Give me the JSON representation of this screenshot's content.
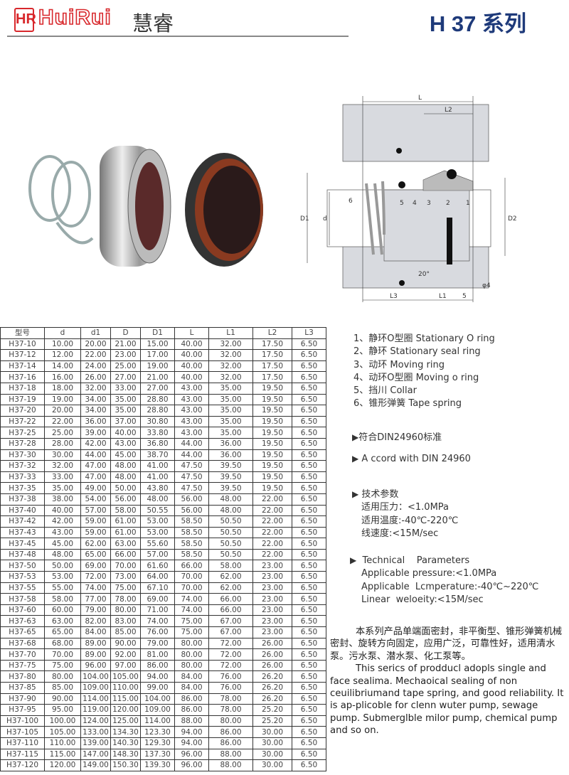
{
  "header": {
    "logo_mark": "HR",
    "brand_en": "HuiRui",
    "brand_cn": "慧睿",
    "series_title": "H 37 系列"
  },
  "diagram": {
    "labels": [
      "L",
      "L2",
      "D1",
      "d",
      "D2",
      "L3",
      "L1",
      "5",
      "φ4",
      "20°",
      "1",
      "2",
      "3",
      "4",
      "5",
      "6"
    ]
  },
  "table": {
    "headers": [
      "型号",
      "d",
      "d1",
      "D",
      "D1",
      "L",
      "L1",
      "L2",
      "L3"
    ],
    "rows": [
      [
        "H37-10",
        "10.00",
        "20.00",
        "21.00",
        "15.00",
        "40.00",
        "32.00",
        "17.50",
        "6.50"
      ],
      [
        "H37-12",
        "12.00",
        "22.00",
        "23.00",
        "17.00",
        "40.00",
        "32.00",
        "17.50",
        "6.50"
      ],
      [
        "H37-14",
        "14.00",
        "24.00",
        "25.00",
        "19.00",
        "40.00",
        "32.00",
        "17.50",
        "6.50"
      ],
      [
        "H37-16",
        "16.00",
        "26.00",
        "27.00",
        "21.00",
        "40.00",
        "32.00",
        "17.50",
        "6.50"
      ],
      [
        "H37-18",
        "18.00",
        "32.00",
        "33.00",
        "27.00",
        "43.00",
        "35.00",
        "19.50",
        "6.50"
      ],
      [
        "H37-19",
        "19.00",
        "34.00",
        "35.00",
        "28.80",
        "43.00",
        "35.00",
        "19.50",
        "6.50"
      ],
      [
        "H37-20",
        "20.00",
        "34.00",
        "35.00",
        "28.80",
        "43.00",
        "35.00",
        "19.50",
        "6.50"
      ],
      [
        "H37-22",
        "22.00",
        "36.00",
        "37.00",
        "30.80",
        "43.00",
        "35.00",
        "19.50",
        "6.50"
      ],
      [
        "H37-25",
        "25.00",
        "39.00",
        "40.00",
        "33.80",
        "43.00",
        "35.00",
        "19.50",
        "6.50"
      ],
      [
        "H37-28",
        "28.00",
        "42.00",
        "43.00",
        "36.80",
        "44.00",
        "36.00",
        "19.50",
        "6.50"
      ],
      [
        "H37-30",
        "30.00",
        "44.00",
        "45.00",
        "38.70",
        "44.00",
        "36.00",
        "19.50",
        "6.50"
      ],
      [
        "H37-32",
        "32.00",
        "47.00",
        "48.00",
        "41.00",
        "47.50",
        "39.50",
        "19.50",
        "6.50"
      ],
      [
        "H37-33",
        "33.00",
        "47.00",
        "48.00",
        "41.00",
        "47.50",
        "39.50",
        "19.50",
        "6.50"
      ],
      [
        "H37-35",
        "35.00",
        "49.00",
        "50.00",
        "43.80",
        "47.50",
        "39.50",
        "19.50",
        "6.50"
      ],
      [
        "H37-38",
        "38.00",
        "54.00",
        "56.00",
        "48.00",
        "56.00",
        "48.00",
        "22.00",
        "6.50"
      ],
      [
        "H37-40",
        "40.00",
        "57.00",
        "58.00",
        "50.55",
        "56.00",
        "48.00",
        "22.00",
        "6.50"
      ],
      [
        "H37-42",
        "42.00",
        "59.00",
        "61.00",
        "53.00",
        "58.50",
        "50.50",
        "22.00",
        "6.50"
      ],
      [
        "H37-43",
        "43.00",
        "59.00",
        "61.00",
        "53.00",
        "58.50",
        "50.50",
        "22.00",
        "6.50"
      ],
      [
        "H37-45",
        "45.00",
        "62.00",
        "63.00",
        "55.60",
        "58.50",
        "50.50",
        "22.00",
        "6.50"
      ],
      [
        "H37-48",
        "48.00",
        "65.00",
        "66.00",
        "57.00",
        "58.50",
        "50.50",
        "22.00",
        "6.50"
      ],
      [
        "H37-50",
        "50.00",
        "69.00",
        "70.00",
        "61.60",
        "66.00",
        "58.00",
        "23.00",
        "6.50"
      ],
      [
        "H37-53",
        "53.00",
        "72.00",
        "73.00",
        "64.00",
        "70.00",
        "62.00",
        "23.00",
        "6.50"
      ],
      [
        "H37-55",
        "55.00",
        "74.00",
        "75.00",
        "67.10",
        "70.00",
        "62.00",
        "23.00",
        "6.50"
      ],
      [
        "H37-58",
        "58.00",
        "77.00",
        "78.00",
        "69.00",
        "74.00",
        "66.00",
        "23.00",
        "6.50"
      ],
      [
        "H37-60",
        "60.00",
        "79.00",
        "80.00",
        "71.00",
        "74.00",
        "66.00",
        "23.00",
        "6.50"
      ],
      [
        "H37-63",
        "63.00",
        "82.00",
        "83.00",
        "74.00",
        "75.00",
        "67.00",
        "23.00",
        "6.50"
      ],
      [
        "H37-65",
        "65.00",
        "84.00",
        "85.00",
        "76.00",
        "75.00",
        "67.00",
        "23.00",
        "6.50"
      ],
      [
        "H37-68",
        "68.00",
        "89.00",
        "90.00",
        "79.00",
        "80.00",
        "72.00",
        "26.00",
        "6.50"
      ],
      [
        "H37-70",
        "70.00",
        "89.00",
        "92.00",
        "81.00",
        "80.00",
        "72.00",
        "26.00",
        "6.50"
      ],
      [
        "H37-75",
        "75.00",
        "96.00",
        "97.00",
        "86.00",
        "80.00",
        "72.00",
        "26.00",
        "6.50"
      ],
      [
        "H37-80",
        "80.00",
        "104.00",
        "105.00",
        "94.00",
        "84.00",
        "76.00",
        "26.20",
        "6.50"
      ],
      [
        "H37-85",
        "85.00",
        "109.00",
        "110.00",
        "99.00",
        "84.00",
        "76.00",
        "26.20",
        "6.50"
      ],
      [
        "H37-90",
        "90.00",
        "114.00",
        "115.00",
        "104.00",
        "86.00",
        "78.00",
        "26.20",
        "6.50"
      ],
      [
        "H37-95",
        "95.00",
        "119.00",
        "120.00",
        "109.00",
        "86.00",
        "78.00",
        "25.20",
        "6.50"
      ],
      [
        "H37-100",
        "100.00",
        "124.00",
        "125.00",
        "114.00",
        "88.00",
        "80.00",
        "25.20",
        "6.50"
      ],
      [
        "H37-105",
        "105.00",
        "133.00",
        "134.30",
        "123.30",
        "94.00",
        "86.00",
        "30.00",
        "6.50"
      ],
      [
        "H37-110",
        "110.00",
        "139.00",
        "140.30",
        "129.30",
        "94.00",
        "86.00",
        "30.00",
        "6.50"
      ],
      [
        "H37-115",
        "115.00",
        "147.00",
        "148.30",
        "137.30",
        "96.00",
        "88.00",
        "30.00",
        "6.50"
      ],
      [
        "H37-120",
        "120.00",
        "149.00",
        "150.30",
        "139.30",
        "96.00",
        "88.00",
        "30.00",
        "6.50"
      ]
    ]
  },
  "parts": [
    "1、静环O型圈 Stationary O ring",
    "2、静环 Stationary seal ring",
    "3、动环 Moving ring",
    "4、动环O型圈 Moving o ring",
    "5、挡川 Collar",
    "6、锥形弹簧 Tape spring"
  ],
  "standard": {
    "cn": "符合DIN24960标准",
    "en": "A ccord with DIN 24960"
  },
  "tech_cn": {
    "title": "技术参数",
    "lines": [
      "适用压力：<1.0MPa",
      "适用温度:-40℃-220℃",
      "线速度:<15M/sec"
    ]
  },
  "tech_en": {
    "title": "Technical    Parameters",
    "lines": [
      "Applicable pressure:<1.0MPa",
      "Applicable  Lcmperature:-40℃~220℃",
      "Linear  weloeity:<15M/sec"
    ]
  },
  "description": {
    "cn": "本系列产品单端面密封，非平衡型、锥形弹簧机械密封、旋转方向固定，应用广泛，可靠性好，适用清水泵。污水泵、潜水泵、化工泵等。",
    "en": "This serics of prodducl adopls single  and  face  sealima. Mechaoical  sealing of  non ceuilibriumand tape spring, and good reliability.  It is  ap-plicoble for clenn  wuter pump, sewage pump. Submerglble milor  pump, chemical pump  and  so on."
  },
  "colors": {
    "brand_red": "#d8282c",
    "series_blue": "#1e3a7a"
  }
}
